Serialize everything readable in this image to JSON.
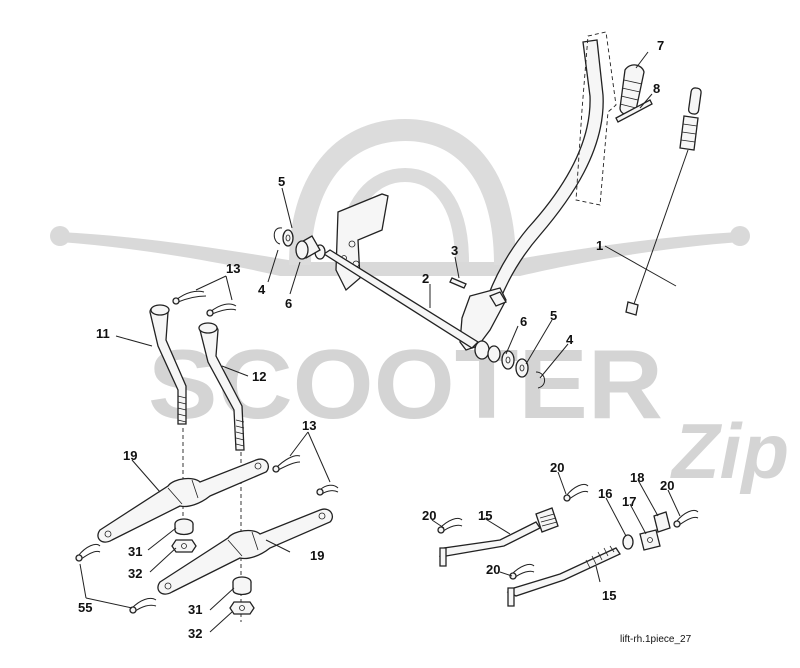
{
  "watermark": {
    "brand": "SCOOTER",
    "script": "Zip",
    "color": "#d6d6d6"
  },
  "caption": "lift-rh.1piece_27",
  "labels": {
    "l1": "1",
    "l2": "2",
    "l3": "3",
    "l4a": "4",
    "l4b": "4",
    "l5a": "5",
    "l5b": "5",
    "l6a": "6",
    "l6b": "6",
    "l7": "7",
    "l8": "8",
    "l11": "11",
    "l12": "12",
    "l13a": "13",
    "l13b": "13",
    "l15a": "15",
    "l15b": "15",
    "l16": "16",
    "l17": "17",
    "l18": "18",
    "l19a": "19",
    "l19b": "19",
    "l20a": "20",
    "l20b": "20",
    "l20c": "20",
    "l20d": "20",
    "l31a": "31",
    "l31b": "31",
    "l32a": "32",
    "l32b": "32",
    "l55": "55"
  }
}
